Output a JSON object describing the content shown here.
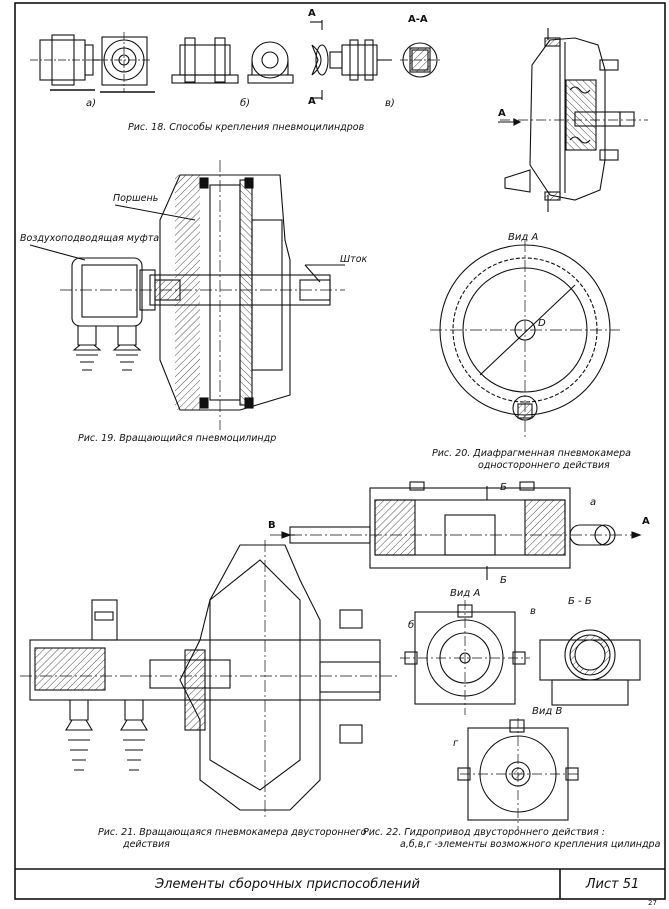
{
  "figures": {
    "fig18": {
      "caption": "Рис. 18. Способы крепления пневмоцилиндров",
      "sub_a": "а)",
      "sub_b": "б)",
      "sub_v": "в)",
      "section_mark": "А",
      "section_label": "А-А"
    },
    "fig19": {
      "caption": "Рис. 19. Вращающийся пневмоцилиндр",
      "label_piston": "Поршень",
      "label_coupling": "Воздухоподводящая муфта",
      "label_rod": "Шток"
    },
    "fig20": {
      "caption_line1": "Рис. 20. Диафрагменная пневмокамера",
      "caption_line2": "одностороннего действия",
      "view_label": "Вид А",
      "arrow_label": "А",
      "dim_label": "D"
    },
    "fig21": {
      "caption_line1": "Рис. 21. Вращающаяся пневмокамера двустороннего",
      "caption_line2": "действия"
    },
    "fig22": {
      "caption_line1": "Рис. 22. Гидропривод двустороннего действия :",
      "caption_line2": "а,б,в,г -элементы возможного крепления цилиндра",
      "arrow_b": "В",
      "arrow_a": "А",
      "section_mark": "Б",
      "view_a": "Вид А",
      "view_b": "Вид В",
      "section_label": "Б - Б",
      "mark_a": "а",
      "mark_b": "б",
      "mark_v": "в",
      "mark_g": "г"
    }
  },
  "title_block": {
    "title": "Элементы сборочных приспособлений",
    "sheet": "Лист 51"
  },
  "page_number": "27"
}
